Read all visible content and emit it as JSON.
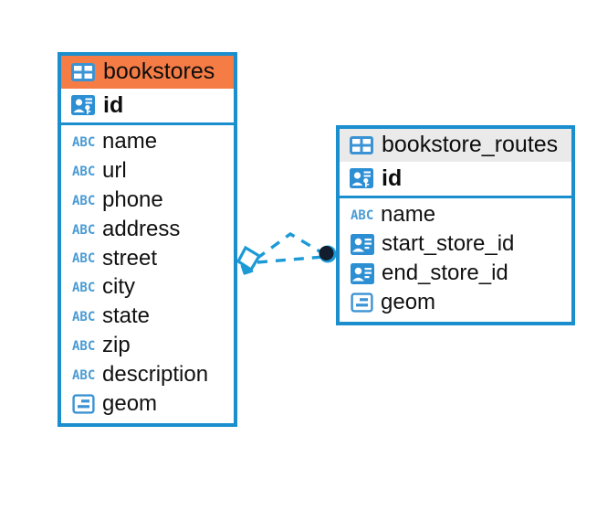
{
  "diagram": {
    "type": "entity-relationship-diagram",
    "colors": {
      "border": "#1B8ECE",
      "highlight_header_bg": "#F57C45",
      "normal_header_bg": "#EAEAEA",
      "icon_blue": "#3C93D4",
      "connector": "#1B9AD6",
      "endpoint_dark": "#111C2B"
    },
    "tables": [
      {
        "name": "bookstores",
        "header_style": "highlighted",
        "icon": "table-icon",
        "primary_key": {
          "name": "id",
          "icon": "primary-key-icon"
        },
        "fields": [
          {
            "name": "name",
            "icon": "text-abc-icon"
          },
          {
            "name": "url",
            "icon": "text-abc-icon"
          },
          {
            "name": "phone",
            "icon": "text-abc-icon"
          },
          {
            "name": "address",
            "icon": "text-abc-icon"
          },
          {
            "name": "street",
            "icon": "text-abc-icon"
          },
          {
            "name": "city",
            "icon": "text-abc-icon"
          },
          {
            "name": "state",
            "icon": "text-abc-icon"
          },
          {
            "name": "zip",
            "icon": "text-abc-icon"
          },
          {
            "name": "description",
            "icon": "text-abc-icon"
          },
          {
            "name": "geom",
            "icon": "geometry-icon"
          }
        ]
      },
      {
        "name": "bookstore_routes",
        "header_style": "normal",
        "icon": "table-icon",
        "primary_key": {
          "name": "id",
          "icon": "primary-key-icon"
        },
        "fields": [
          {
            "name": "name",
            "icon": "text-abc-icon"
          },
          {
            "name": "start_store_id",
            "icon": "foreign-key-icon"
          },
          {
            "name": "end_store_id",
            "icon": "foreign-key-icon"
          },
          {
            "name": "geom",
            "icon": "geometry-icon"
          }
        ]
      }
    ],
    "relationship": {
      "source_table": "bookstores",
      "target_table": "bookstore_routes",
      "source_endpoint": "diamond-endpoint-icon",
      "target_endpoint": "circle-endpoint-icon",
      "line_style": "dashed"
    }
  }
}
